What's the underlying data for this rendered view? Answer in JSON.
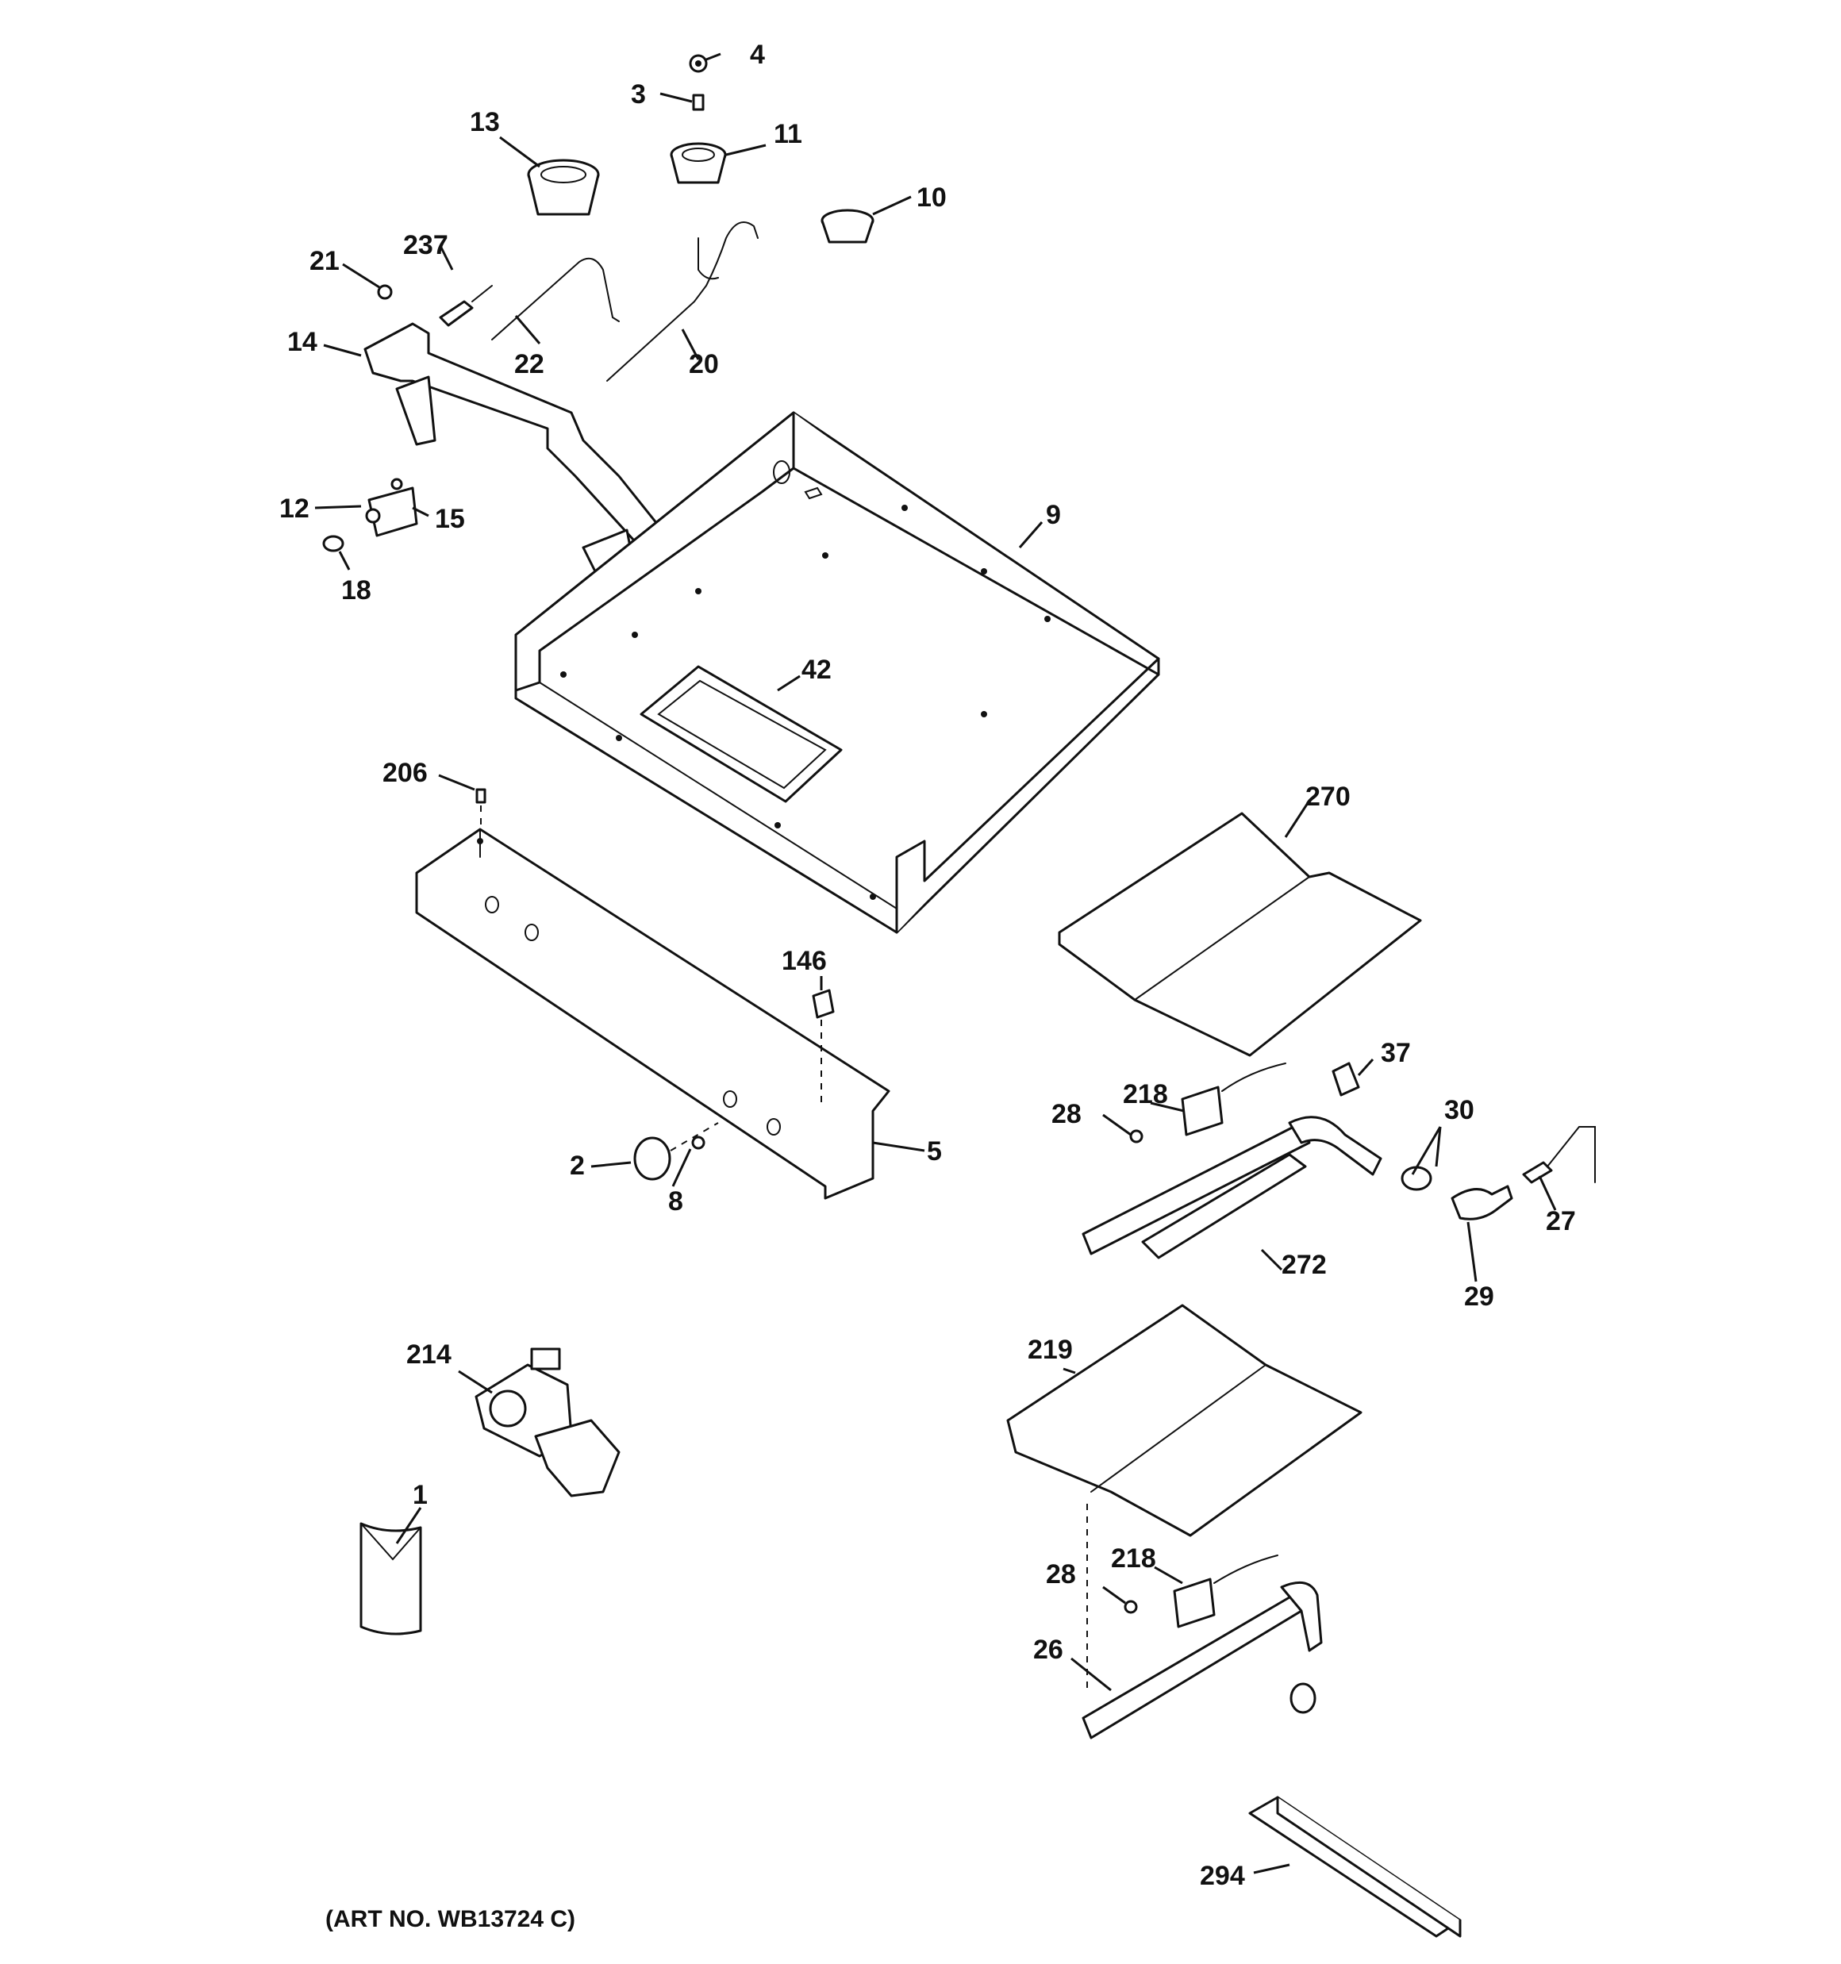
{
  "callouts": {
    "c1": "1",
    "c2": "2",
    "c3": "3",
    "c4": "4",
    "c5": "5",
    "c8": "8",
    "c9": "9",
    "c10": "10",
    "c11": "11",
    "c12": "12",
    "c13": "13",
    "c14": "14",
    "c15": "15",
    "c18": "18",
    "c20": "20",
    "c21": "21",
    "c22": "22",
    "c26": "26",
    "c27": "27",
    "c28a": "28",
    "c28b": "28",
    "c29": "29",
    "c30": "30",
    "c37": "37",
    "c42": "42",
    "c146": "146",
    "c206": "206",
    "c214": "214",
    "c218a": "218",
    "c218b": "218",
    "c219": "219",
    "c237": "237",
    "c270": "270",
    "c272": "272",
    "c294": "294"
  },
  "art_number": "(ART NO. WB13724 C)"
}
